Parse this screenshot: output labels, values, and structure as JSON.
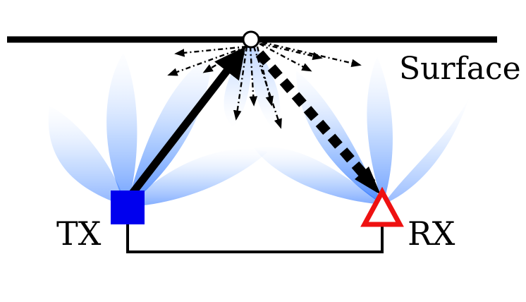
{
  "labels": {
    "surface": "Surface",
    "transmitter": "TX",
    "receiver": "RX"
  },
  "colors": {
    "surface_line": "#000000",
    "transmitter": "#0000ee",
    "receiver_outline": "#ee1111",
    "beam": "#3a86ff",
    "arrows": "#000000",
    "background": "#ffffff"
  },
  "elements": {
    "transmitter_shape": "square",
    "receiver_shape": "triangle",
    "reflection_point": "circle",
    "incident_ray": "solid",
    "reflected_ray": "dotted",
    "scattered_rays": "dash-dot"
  }
}
